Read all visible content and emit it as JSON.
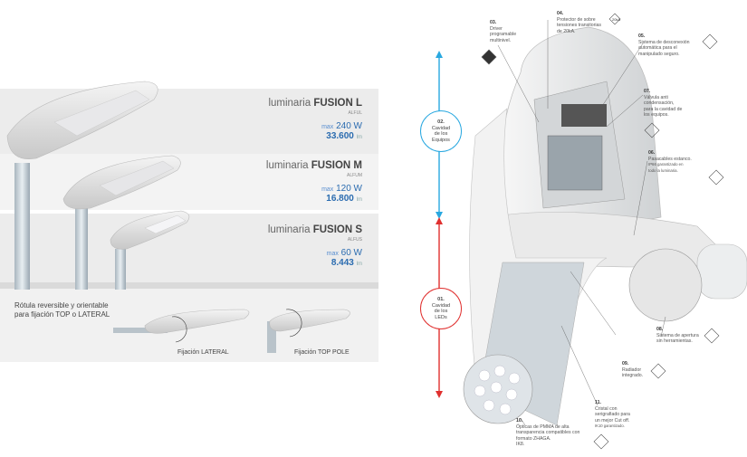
{
  "products": [
    {
      "prefix": "luminaria",
      "name": "FUSION L",
      "code": "ALFUL",
      "max_label": "max",
      "watts": "240 W",
      "lumens": "33.600",
      "lumen_unit": "lm"
    },
    {
      "prefix": "luminaria",
      "name": "FUSION M",
      "code": "ALFUM",
      "max_label": "max",
      "watts": "120 W",
      "lumens": "16.800",
      "lumen_unit": "lm"
    },
    {
      "prefix": "luminaria",
      "name": "FUSION S",
      "code": "ALFUS",
      "max_label": "max",
      "watts": "60 W",
      "lumens": "8.443",
      "lumen_unit": "lm"
    }
  ],
  "fixation": {
    "heading_line1": "Rótula reversible  y orientable",
    "heading_line2": "para fijación TOP o LATERAL",
    "lateral": "Fijación LATERAL",
    "top_pole": "Fijación TOP POLE"
  },
  "cavities": [
    {
      "num": "02.",
      "lines": [
        "Cavidad",
        "de los",
        "Equipos"
      ],
      "color": "#29a8e0"
    },
    {
      "num": "01.",
      "lines": [
        "Cavidad",
        "de los",
        "LEDs"
      ],
      "color": "#e0302f"
    }
  ],
  "features": [
    {
      "num": "03.",
      "lines": [
        "Driver",
        "programable",
        "multinivel."
      ]
    },
    {
      "num": "04.",
      "lines": [
        "Protector de sobre",
        "tensiones transitorias",
        "de 20kA."
      ],
      "icon_text": "20kA"
    },
    {
      "num": "05.",
      "lines": [
        "Sistema de desconexión",
        "automática para el",
        "manipulado seguro."
      ]
    },
    {
      "num": "07.",
      "lines": [
        "Válvula anti",
        "condensación,",
        "para la cavidad de",
        "los equipos."
      ]
    },
    {
      "num": "06.",
      "lines": [
        "Pasacables estanco.",
        "IP66 garantizado en",
        "todo la luminaria."
      ]
    },
    {
      "num": "08.",
      "lines": [
        "Sistema de apertura",
        "sin herramientas."
      ]
    },
    {
      "num": "09.",
      "lines": [
        "Radiador",
        "integrado."
      ]
    },
    {
      "num": "11.",
      "lines": [
        "Cristal con",
        "serigrafiado para",
        "un mejor Cut off.",
        "IK10 garantizado."
      ]
    },
    {
      "num": "10.",
      "lines": [
        "Ópticas de PMMA de alta",
        "transparencia compatibles con",
        "formato ZHAGA.",
        "IK8."
      ]
    }
  ],
  "colors": {
    "blue": "#29a8e0",
    "red": "#e0302f",
    "accent_text": "#2b6cb0"
  }
}
